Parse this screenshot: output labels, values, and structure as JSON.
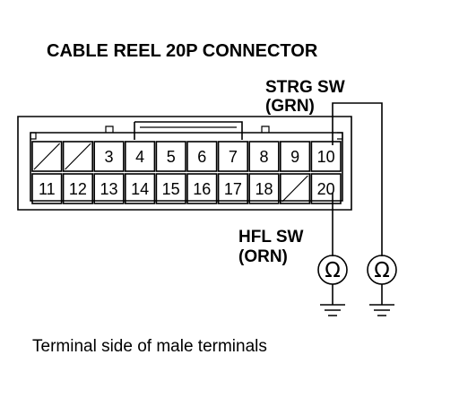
{
  "title": "CABLE REEL 20P CONNECTOR",
  "labels": {
    "strg_sw_line1": "STRG SW",
    "strg_sw_line2": "(GRN)",
    "hfl_sw_line1": "HFL SW",
    "hfl_sw_line2": "(ORN)"
  },
  "connector": {
    "top_row": [
      "",
      "",
      "3",
      "4",
      "5",
      "6",
      "7",
      "8",
      "9",
      "10"
    ],
    "bottom_row": [
      "11",
      "12",
      "13",
      "14",
      "15",
      "16",
      "17",
      "18",
      "",
      "20"
    ]
  },
  "meters": {
    "symbol": "Ω"
  },
  "caption": "Terminal side of male terminals"
}
